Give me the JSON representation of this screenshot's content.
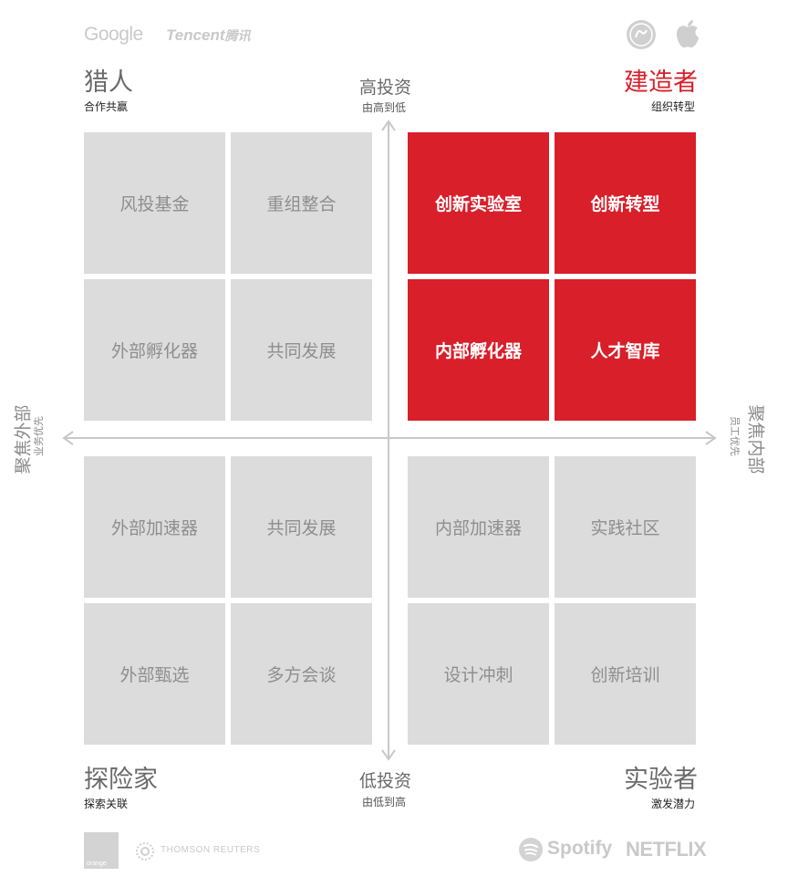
{
  "logos": {
    "top_left_1": "Google",
    "top_left_2": "Tencent",
    "top_left_3": "腾讯",
    "bottom_left_1": "orange",
    "bottom_left_2": "THOMSON REUTERS",
    "bottom_right_1": "Spotify",
    "bottom_right_2": "NETFLIX"
  },
  "quadrants": {
    "top_left": {
      "title": "猎人",
      "subtitle": "合作共赢"
    },
    "top_right": {
      "title": "建造者",
      "subtitle": "组织转型"
    },
    "bottom_left": {
      "title": "探险家",
      "subtitle": "探索关联"
    },
    "bottom_right": {
      "title": "实验者",
      "subtitle": "激发潜力"
    }
  },
  "axes": {
    "top": {
      "title": "高投资",
      "subtitle": "由高到低"
    },
    "bottom": {
      "title": "低投资",
      "subtitle": "由低到高"
    },
    "left": {
      "title": "聚焦外部",
      "subtitle": "业务优先"
    },
    "right": {
      "title": "聚焦内部",
      "subtitle": "员工优先"
    }
  },
  "tiles": {
    "tl_1": "风投基金",
    "tl_2": "重组整合",
    "tl_3": "外部孵化器",
    "tl_4": "共同发展",
    "tr_1": "创新实验室",
    "tr_2": "创新转型",
    "tr_3": "内部孵化器",
    "tr_4": "人才智库",
    "bl_1": "外部加速器",
    "bl_2": "共同发展",
    "bl_3": "外部甄选",
    "bl_4": "多方会谈",
    "br_1": "内部加速器",
    "br_2": "实践社区",
    "br_3": "设计冲刺",
    "br_4": "创新培训"
  },
  "colors": {
    "accent_red": "#d81f2a",
    "tile_grey": "#dcdcdc",
    "axis_grey": "#c8c8c8"
  },
  "icons": [
    "ge-logo-icon",
    "apple-logo-icon",
    "orange-logo-icon",
    "thomson-reuters-logo-icon",
    "spotify-logo-icon"
  ]
}
